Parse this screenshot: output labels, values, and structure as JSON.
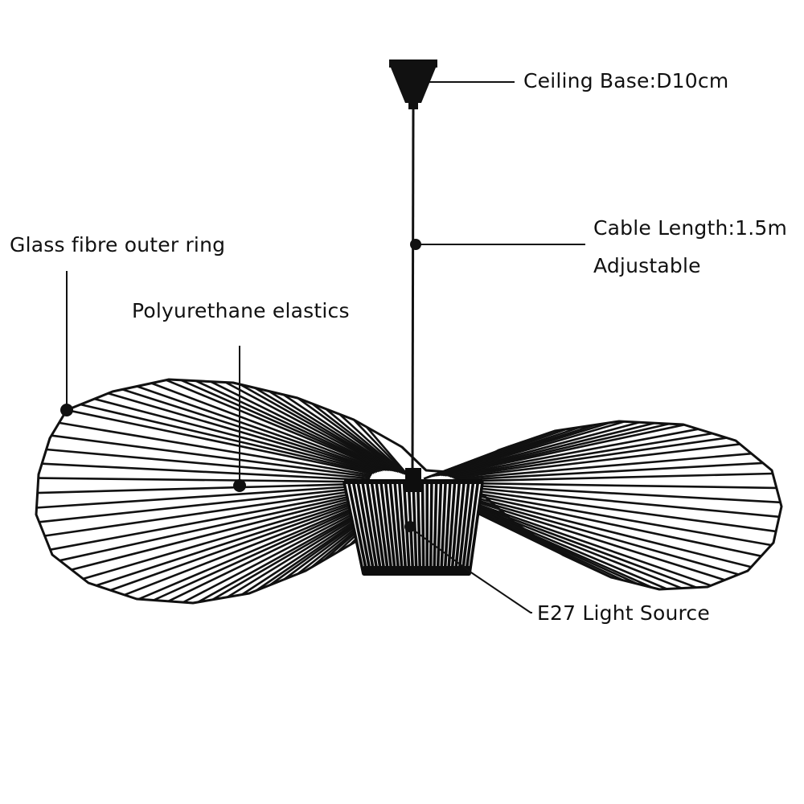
{
  "annotations": {
    "ceiling_base": "Ceiling Base:D10cm",
    "cable_length": "Cable Length:1.5m",
    "adjustable": "Adjustable",
    "outer_ring": "Glass fibre outer ring",
    "elastics": "Polyurethane elastics",
    "light_source": "E27 Light Source"
  },
  "colors": {
    "line": "#111111",
    "shade_fill": "#0d0d0d",
    "background": "#ffffff"
  }
}
